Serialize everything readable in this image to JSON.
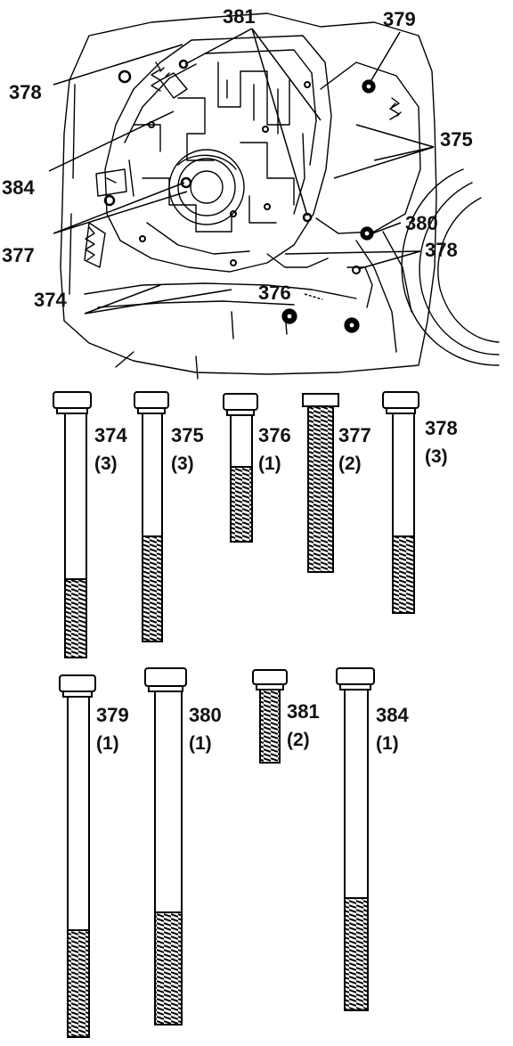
{
  "callouts": [
    {
      "id": "c381",
      "text": "381"
    },
    {
      "id": "c379",
      "text": "379"
    },
    {
      "id": "c378a",
      "text": "378"
    },
    {
      "id": "c375",
      "text": "375"
    },
    {
      "id": "c384",
      "text": "384"
    },
    {
      "id": "c380",
      "text": "380"
    },
    {
      "id": "c377",
      "text": "377"
    },
    {
      "id": "c378b",
      "text": "378"
    },
    {
      "id": "c376",
      "text": "376"
    },
    {
      "id": "c374",
      "text": "374"
    }
  ],
  "bolts": [
    {
      "part": "374",
      "qty": "(3)"
    },
    {
      "part": "375",
      "qty": "(3)"
    },
    {
      "part": "376",
      "qty": "(1)"
    },
    {
      "part": "377",
      "qty": "(2)"
    },
    {
      "part": "378",
      "qty": "(3)"
    },
    {
      "part": "379",
      "qty": "(1)"
    },
    {
      "part": "380",
      "qty": "(1)"
    },
    {
      "part": "381",
      "qty": "(2)"
    },
    {
      "part": "384",
      "qty": "(1)"
    }
  ]
}
